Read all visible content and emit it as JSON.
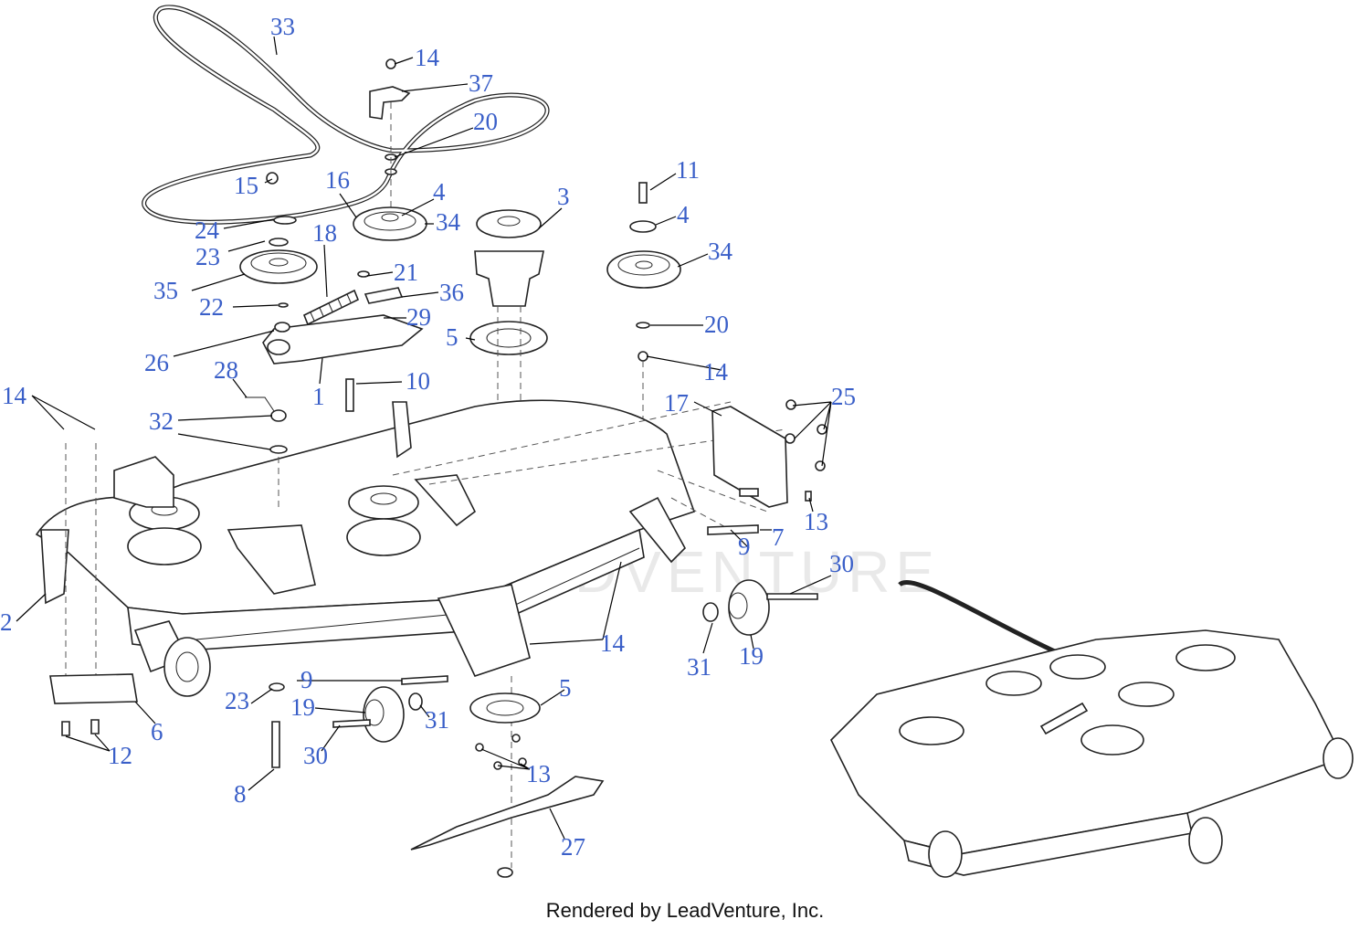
{
  "watermark": "LEADVENTURE",
  "footer": "Rendered by LeadVenture, Inc.",
  "callouts": [
    {
      "id": "c33",
      "text": "33"
    },
    {
      "id": "c14a",
      "text": "14"
    },
    {
      "id": "c37",
      "text": "37"
    },
    {
      "id": "c20a",
      "text": "20"
    },
    {
      "id": "c15",
      "text": "15"
    },
    {
      "id": "c16",
      "text": "16"
    },
    {
      "id": "c4a",
      "text": "4"
    },
    {
      "id": "c34a",
      "text": "34"
    },
    {
      "id": "c3",
      "text": "3"
    },
    {
      "id": "c11",
      "text": "11"
    },
    {
      "id": "c4b",
      "text": "4"
    },
    {
      "id": "c34b",
      "text": "34"
    },
    {
      "id": "c24",
      "text": "24"
    },
    {
      "id": "c23a",
      "text": "23"
    },
    {
      "id": "c18",
      "text": "18"
    },
    {
      "id": "c35",
      "text": "35"
    },
    {
      "id": "c21",
      "text": "21"
    },
    {
      "id": "c36",
      "text": "36"
    },
    {
      "id": "c22",
      "text": "22"
    },
    {
      "id": "c29",
      "text": "29"
    },
    {
      "id": "c5a",
      "text": "5"
    },
    {
      "id": "c20b",
      "text": "20"
    },
    {
      "id": "c14b",
      "text": "14"
    },
    {
      "id": "c26",
      "text": "26"
    },
    {
      "id": "c28",
      "text": "28"
    },
    {
      "id": "c1",
      "text": "1"
    },
    {
      "id": "c10",
      "text": "10"
    },
    {
      "id": "c17",
      "text": "17"
    },
    {
      "id": "c25",
      "text": "25"
    },
    {
      "id": "c14c",
      "text": "14"
    },
    {
      "id": "c32",
      "text": "32"
    },
    {
      "id": "c13a",
      "text": "13"
    },
    {
      "id": "c7",
      "text": "7"
    },
    {
      "id": "c9a",
      "text": "9"
    },
    {
      "id": "c30a",
      "text": "30"
    },
    {
      "id": "c2",
      "text": "2"
    },
    {
      "id": "c14d",
      "text": "14"
    },
    {
      "id": "c31a",
      "text": "31"
    },
    {
      "id": "c19a",
      "text": "19"
    },
    {
      "id": "c9b",
      "text": "9"
    },
    {
      "id": "c5b",
      "text": "5"
    },
    {
      "id": "c23b",
      "text": "23"
    },
    {
      "id": "c19b",
      "text": "19"
    },
    {
      "id": "c31b",
      "text": "31"
    },
    {
      "id": "c6",
      "text": "6"
    },
    {
      "id": "c12",
      "text": "12"
    },
    {
      "id": "c30b",
      "text": "30"
    },
    {
      "id": "c13b",
      "text": "13"
    },
    {
      "id": "c8",
      "text": "8"
    },
    {
      "id": "c27",
      "text": "27"
    }
  ]
}
